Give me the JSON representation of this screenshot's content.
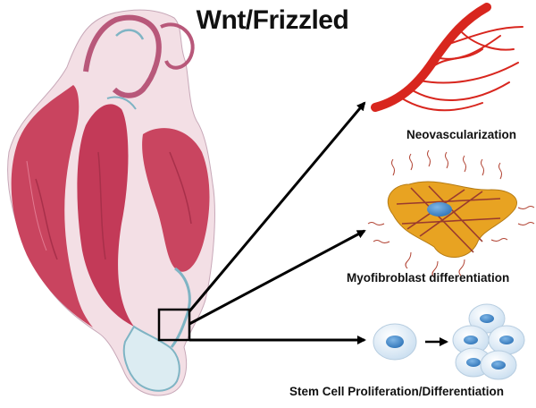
{
  "title": "Wnt/Frizzled",
  "outcomes": {
    "neovascularization": "Neovascularization",
    "myofibroblast": "Myofibroblast differentiation",
    "stem_cell": "Stem Cell Proliferation/Differentiation"
  },
  "colors": {
    "tissue_muscle": "#c9445f",
    "tissue_fibrotic": "#7fb4c4",
    "vessel": "#d8261e",
    "myofibroblast_body": "#e8a322",
    "fiber": "#9a3b2e",
    "nucleus": "#4a8fd0",
    "cell_body": "#dcecf8",
    "arrow": "#000000"
  },
  "icons": [
    "heart-section-image",
    "blood-vessel-icon",
    "myofibroblast-icon",
    "stem-cell-icon",
    "cell-cluster-icon"
  ]
}
